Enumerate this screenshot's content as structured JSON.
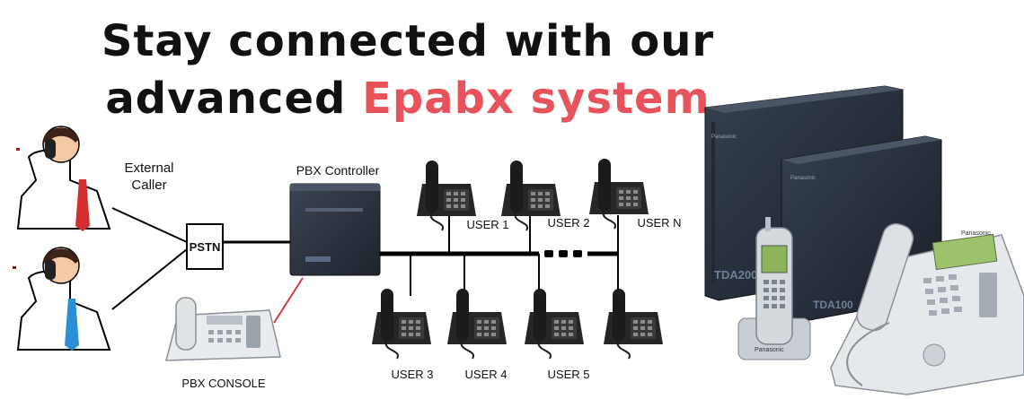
{
  "headline": {
    "line1": "Stay connected with our",
    "line2_prefix": "advanced ",
    "line2_accent": "Epabx system"
  },
  "colors": {
    "text": "#111111",
    "accent": "#e8525a",
    "line": "#000000",
    "red_link": "#d9363e",
    "phone": "#2b2b2b",
    "pbx": "#2e3440",
    "red_tie": "#d32f2f",
    "blue_tie": "#2a8fd6"
  },
  "diagram": {
    "external_caller_line1": "External",
    "external_caller_line2": "Caller",
    "pstn": "PSTN",
    "pbx_controller": "PBX Controller",
    "pbx_console": "PBX CONSOLE",
    "users_top": [
      "USER 1",
      "USER 2",
      "USER N"
    ],
    "users_bottom": [
      "USER 3",
      "USER 4",
      "USER 5"
    ],
    "brand": "Panasonic",
    "model_large": "TDA200",
    "model_small": "TDA100"
  },
  "icons": [
    "caller-person-icon",
    "desk-phone-icon",
    "cordless-phone-icon",
    "pbx-cabinet-icon",
    "console-phone-icon"
  ]
}
